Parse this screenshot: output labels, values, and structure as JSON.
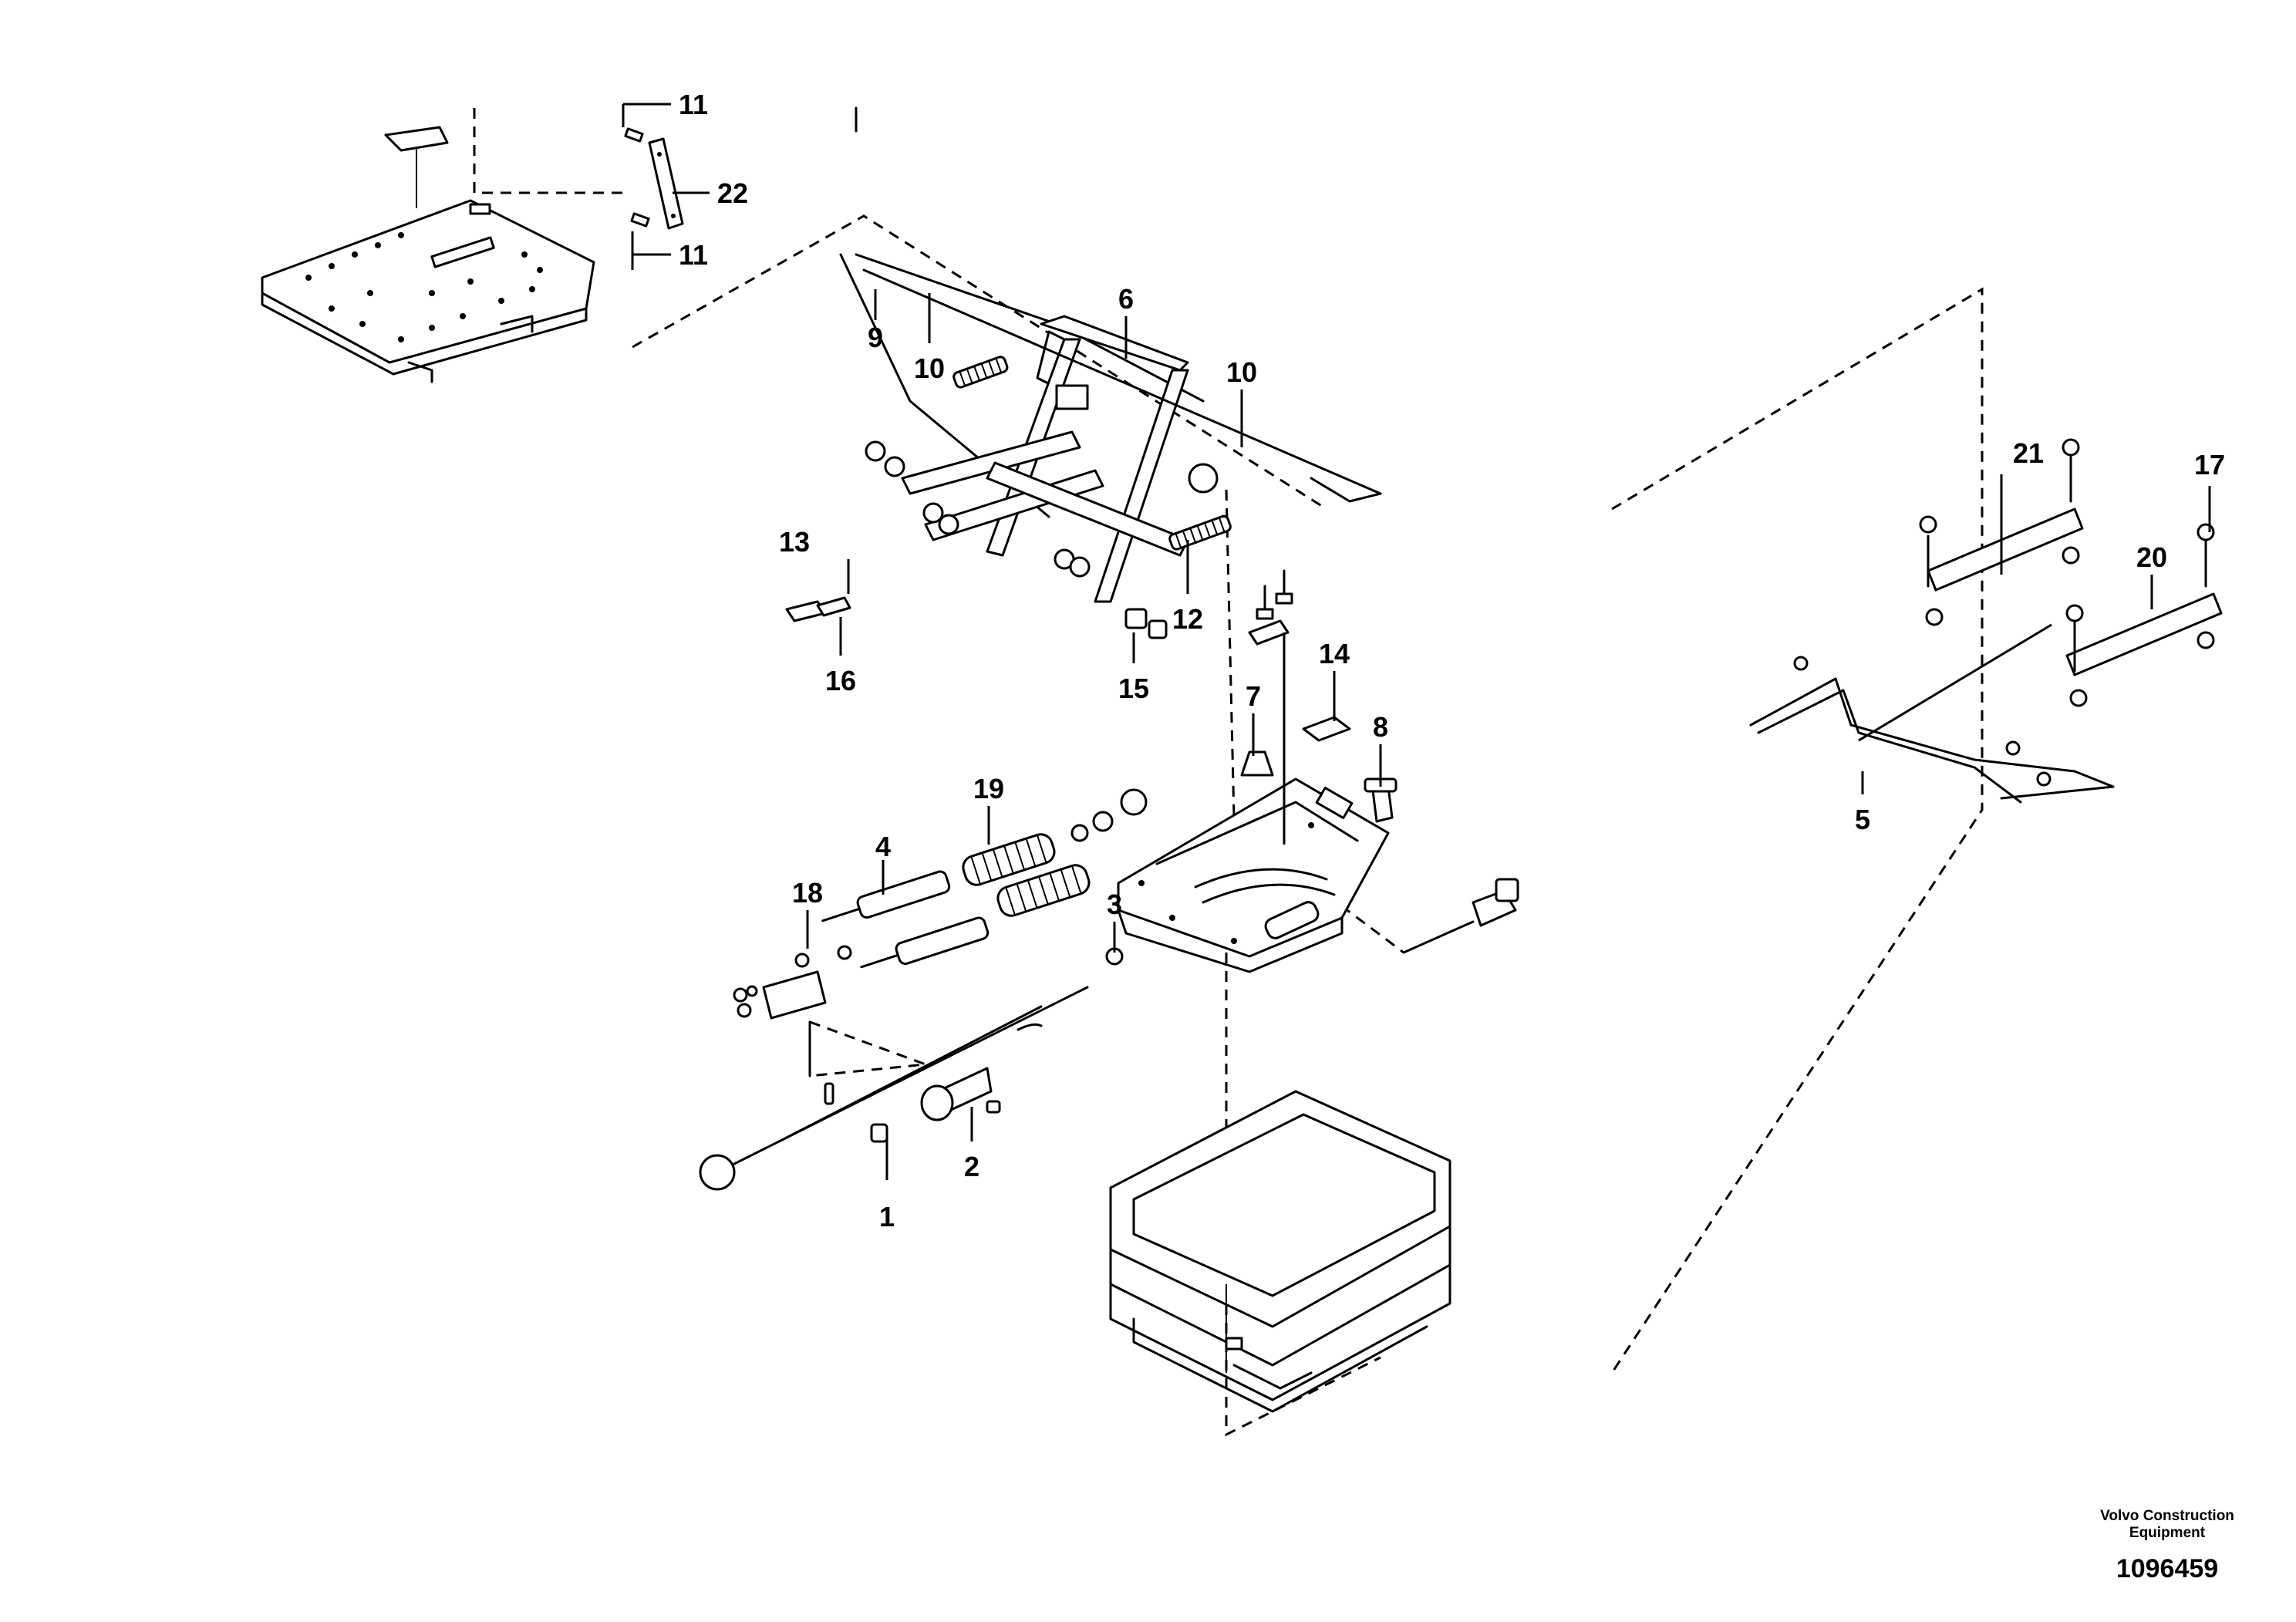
{
  "diagram": {
    "callouts": [
      {
        "id": "c1",
        "text": "1"
      },
      {
        "id": "c2",
        "text": "2"
      },
      {
        "id": "c3",
        "text": "3"
      },
      {
        "id": "c4",
        "text": "4"
      },
      {
        "id": "c5",
        "text": "5"
      },
      {
        "id": "c6",
        "text": "6"
      },
      {
        "id": "c7",
        "text": "7"
      },
      {
        "id": "c8",
        "text": "8"
      },
      {
        "id": "c9",
        "text": "9"
      },
      {
        "id": "c10a",
        "text": "10"
      },
      {
        "id": "c10b",
        "text": "10"
      },
      {
        "id": "c11a",
        "text": "11"
      },
      {
        "id": "c11b",
        "text": "11"
      },
      {
        "id": "c12",
        "text": "12"
      },
      {
        "id": "c13",
        "text": "13"
      },
      {
        "id": "c14",
        "text": "14"
      },
      {
        "id": "c15",
        "text": "15"
      },
      {
        "id": "c16",
        "text": "16"
      },
      {
        "id": "c17",
        "text": "17"
      },
      {
        "id": "c18",
        "text": "18"
      },
      {
        "id": "c19",
        "text": "19"
      },
      {
        "id": "c20",
        "text": "20"
      },
      {
        "id": "c21",
        "text": "21"
      },
      {
        "id": "c22",
        "text": "22"
      }
    ]
  },
  "footer": {
    "brand_line1": "Volvo Construction",
    "brand_line2": "Equipment",
    "drawing_number": "1096459"
  }
}
